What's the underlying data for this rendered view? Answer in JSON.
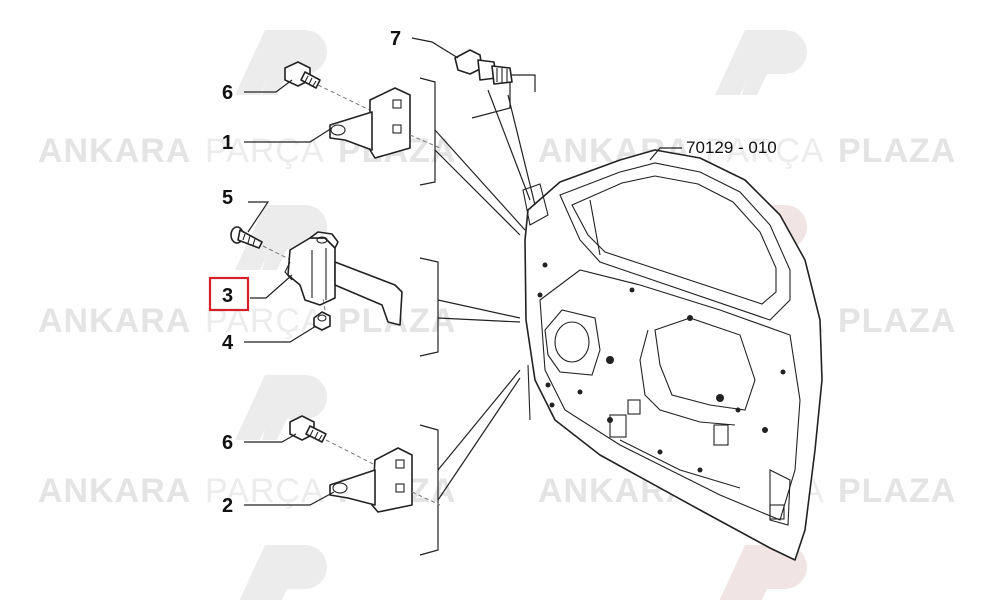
{
  "diagram": {
    "reference_code": "70129 - 010",
    "highlight_color": "#d61f26",
    "callouts": [
      {
        "id": "7",
        "part": "pin"
      },
      {
        "id": "6",
        "part": "bolt-upper"
      },
      {
        "id": "1",
        "part": "hinge-upper"
      },
      {
        "id": "5",
        "part": "screw"
      },
      {
        "id": "3",
        "part": "door-check-strap",
        "highlighted": true
      },
      {
        "id": "4",
        "part": "nut"
      },
      {
        "id": "6",
        "part": "bolt-lower"
      },
      {
        "id": "2",
        "part": "hinge-lower"
      }
    ]
  },
  "watermark": {
    "word_bold_left": "ANKARA",
    "word_light": "PARÇA",
    "word_bold_right": "PLAZA",
    "logo_text": "AP",
    "color": "#e6e6e6"
  }
}
